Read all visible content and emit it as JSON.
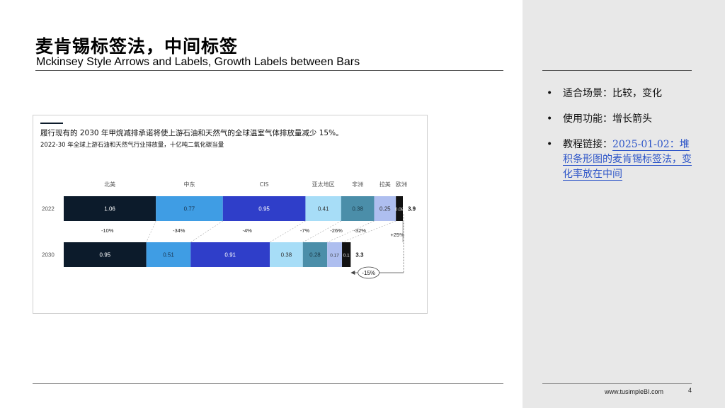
{
  "slide": {
    "title": "麦肯锡标签法，中间标签",
    "subtitle": "Mckinsey Style Arrows and Labels, Growth Labels between Bars",
    "website": "www.tusimpleBI.com",
    "page_number": "4"
  },
  "sidebar": {
    "items": [
      {
        "label": "适合场景：",
        "value": "比较，变化"
      },
      {
        "label": "使用功能：",
        "value": "增长箭头"
      },
      {
        "label": "教程链接：",
        "link": "2025-01-02：堆积条形图的麦肯锡标签法，变化率放在中间"
      }
    ]
  },
  "colors": {
    "north_america": "#0c1b2b",
    "middle_east": "#3f9de4",
    "cis": "#2f3ec9",
    "asia_pacific": "#a7ddf7",
    "africa": "#4b8ea9",
    "latin_america": "#aebeef",
    "europe": "#111111"
  },
  "chart_data": {
    "type": "bar",
    "orientation": "horizontal",
    "stacked": true,
    "title": "履行现有的 2030 年甲烷减排承诺将使上游石油和天然气的全球温室气体排放量减少 15%。",
    "subtitle": "2022-30 年全球上游石油和天然气行业排放量，十亿吨二氧化碳当量",
    "categories": [
      "2022",
      "2030"
    ],
    "series": [
      {
        "name": "北美",
        "values": [
          1.06,
          0.95
        ],
        "change": "-10%",
        "color": "#0c1b2b",
        "label_color": "#ffffff"
      },
      {
        "name": "中东",
        "values": [
          0.77,
          0.51
        ],
        "change": "-34%",
        "color": "#3f9de4",
        "label_color": "#1a3550"
      },
      {
        "name": "CIS",
        "values": [
          0.95,
          0.91
        ],
        "change": "-4%",
        "color": "#2f3ec9",
        "label_color": "#ffffff"
      },
      {
        "name": "亚太地区",
        "values": [
          0.41,
          0.38
        ],
        "change": "-7%",
        "color": "#a7ddf7",
        "label_color": "#333333"
      },
      {
        "name": "非洲",
        "values": [
          0.38,
          0.28
        ],
        "change": "-26%",
        "color": "#4b8ea9",
        "label_color": "#1b3a48"
      },
      {
        "name": "拉美",
        "values": [
          0.25,
          0.17
        ],
        "change": "-32%",
        "color": "#aebeef",
        "label_color": "#333333"
      },
      {
        "name": "欧洲",
        "values": [
          0.08,
          0.1
        ],
        "change": "+25%",
        "color": "#111111",
        "label_color": "#ffffff"
      }
    ],
    "totals": [
      3.9,
      3.3
    ],
    "total_change": "-15%",
    "xlim": [
      0,
      3.9
    ]
  }
}
